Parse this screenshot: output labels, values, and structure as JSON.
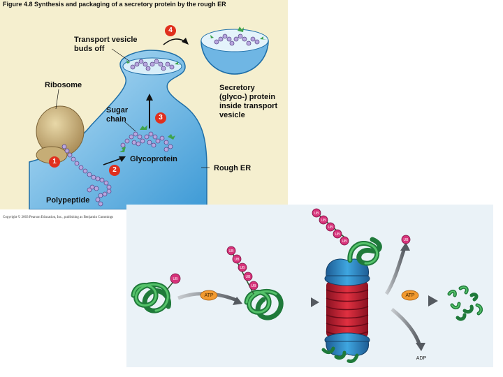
{
  "figure1": {
    "title": "Figure 4.8  Synthesis and packaging of a secretory protein by the rough ER",
    "labels": {
      "transport_vesicle": "Transport vesicle",
      "buds_off": "buds off",
      "ribosome": "Ribosome",
      "sugar": "Sugar",
      "chain": "chain",
      "glycoprotein": "Glycoprotein",
      "rough_er": "Rough ER",
      "polypeptide": "Polypeptide",
      "secretory_1": "Secretory",
      "secretory_2": "(glyco-) protein",
      "secretory_3": "inside transport",
      "secretory_4": "vesicle"
    },
    "steps": [
      "1",
      "2",
      "3",
      "4"
    ],
    "copyright": "Copyright © 2003 Pearson Education, Inc., publishing as Benjamin Cummings"
  },
  "figure2": {
    "ub": "UB",
    "atp": "ATP",
    "adp": "ADP"
  }
}
